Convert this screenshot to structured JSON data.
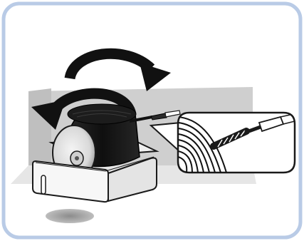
{
  "figure": {
    "icons": [
      "rotate-clockwise-arrow-icon",
      "rotate-counterclockwise-arrow-icon",
      "spool-holder",
      "tape-reel",
      "magnifier-callout"
    ],
    "colors": {
      "frame_border": "#b9cbe6",
      "background_panel": "#cfcfcf",
      "outline": "#1a1a1a",
      "reel_dark": "#111111",
      "tray_light": "#f7f7f7",
      "floor_hole": "#a9a9a9"
    }
  }
}
